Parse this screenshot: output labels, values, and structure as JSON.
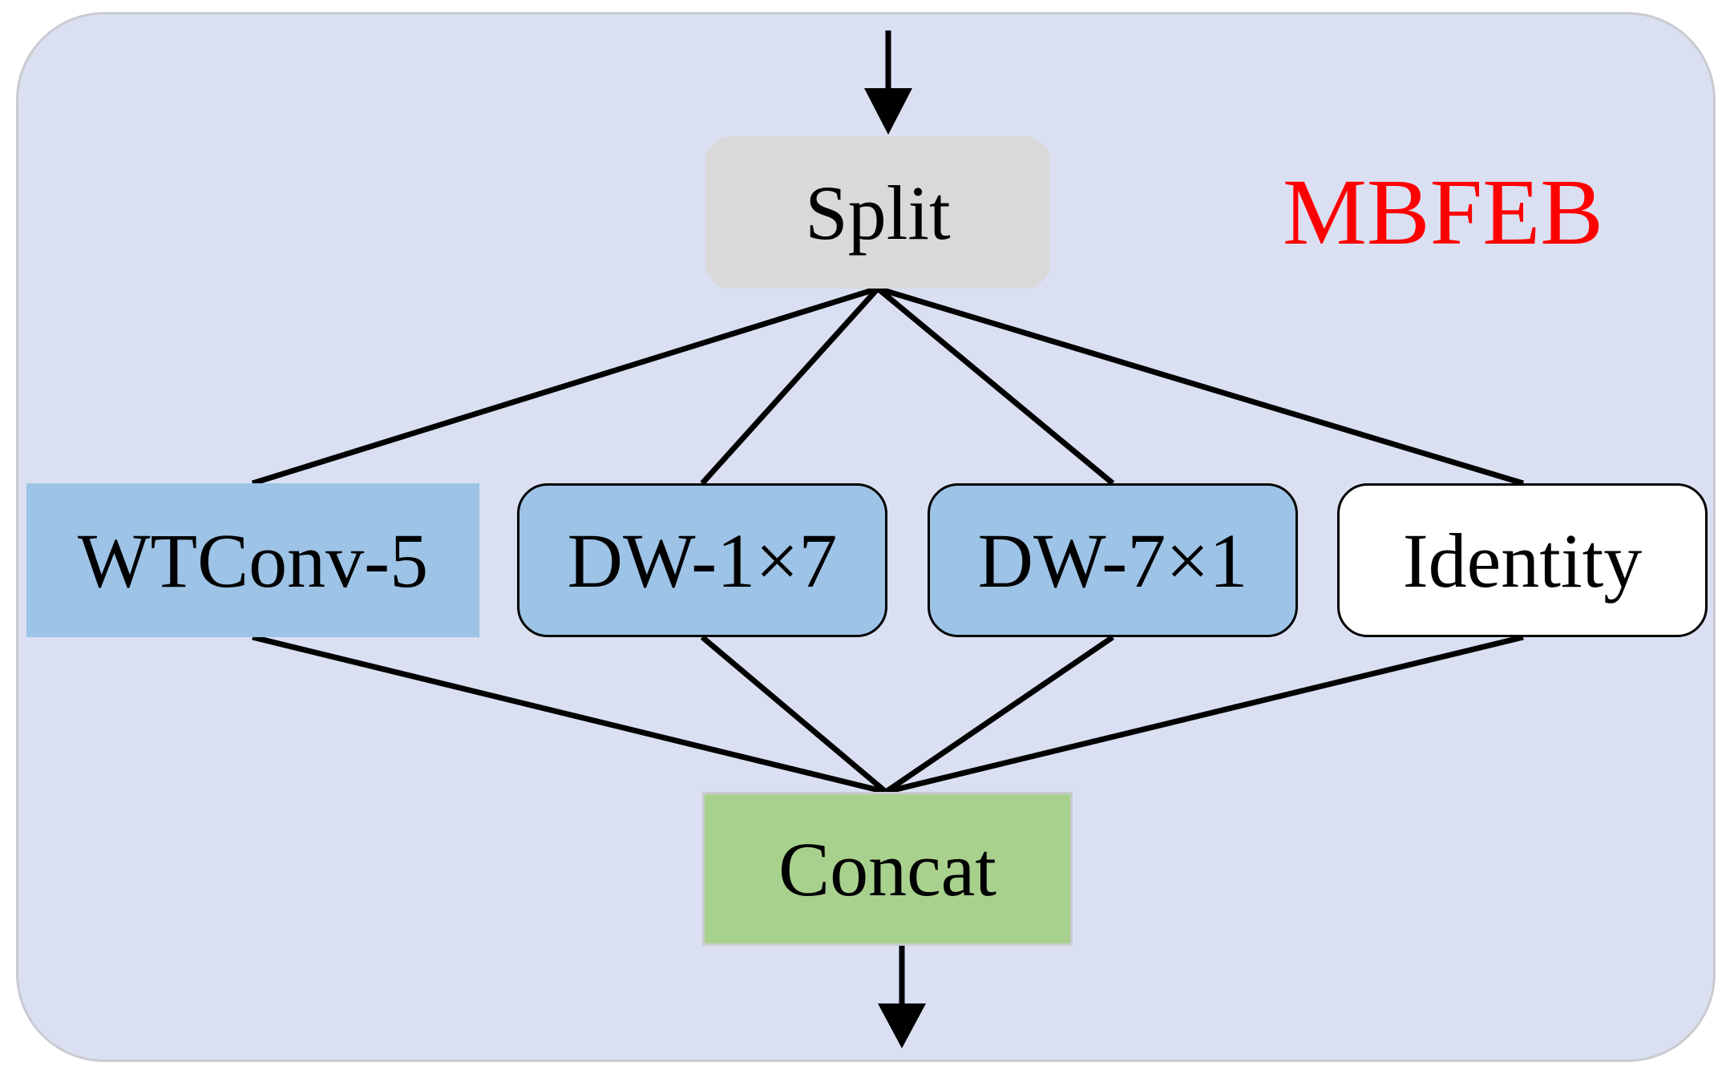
{
  "diagram": {
    "title": "MBFEB",
    "title_color": "#ff0000",
    "nodes": {
      "split": "Split",
      "wtconv": "WTConv-5",
      "dw17": "DW-1×7",
      "dw71": "DW-7×1",
      "identity": "Identity",
      "concat": "Concat"
    },
    "colors": {
      "panel": "#dae0f2",
      "split": "#d9d9d9",
      "branch": "#9dc3e6",
      "identity": "#ffffff",
      "concat": "#a9d18e"
    },
    "edges": [
      {
        "from": "input",
        "to": "split"
      },
      {
        "from": "split",
        "to": "wtconv"
      },
      {
        "from": "split",
        "to": "dw17"
      },
      {
        "from": "split",
        "to": "dw71"
      },
      {
        "from": "split",
        "to": "identity"
      },
      {
        "from": "wtconv",
        "to": "concat"
      },
      {
        "from": "dw17",
        "to": "concat"
      },
      {
        "from": "dw71",
        "to": "concat"
      },
      {
        "from": "identity",
        "to": "concat"
      },
      {
        "from": "concat",
        "to": "output"
      }
    ]
  }
}
